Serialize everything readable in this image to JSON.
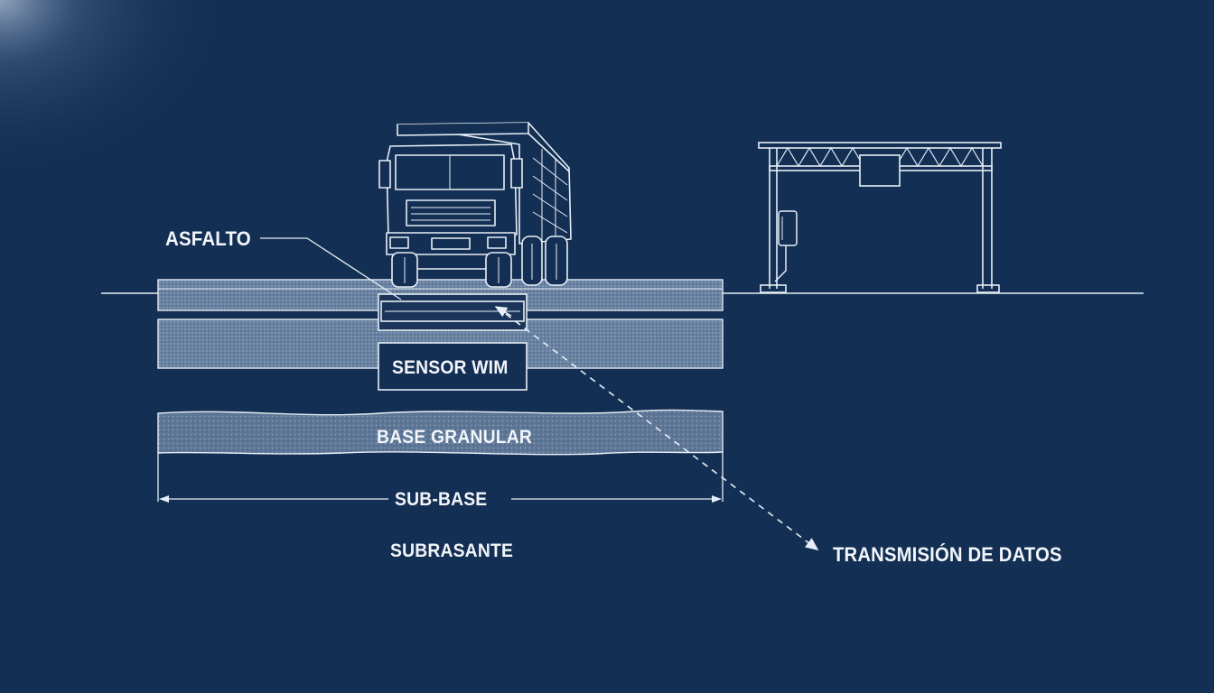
{
  "labels": {
    "asfalto": "ASFALTO",
    "sensor": "SENSOR WIM",
    "base_granular": "BASE GRANULAR",
    "sub_base": "SUB-BASE",
    "subrasante": "SUBRASANTE",
    "transmision": "TRANSMISIÓN DE DATOS"
  },
  "colors": {
    "background": "#132f53",
    "line": "#e8eef7",
    "layer_fill": "#6f84a0"
  },
  "icons": [
    "dump-truck-icon",
    "gantry-icon",
    "roadside-cabinet-icon"
  ]
}
